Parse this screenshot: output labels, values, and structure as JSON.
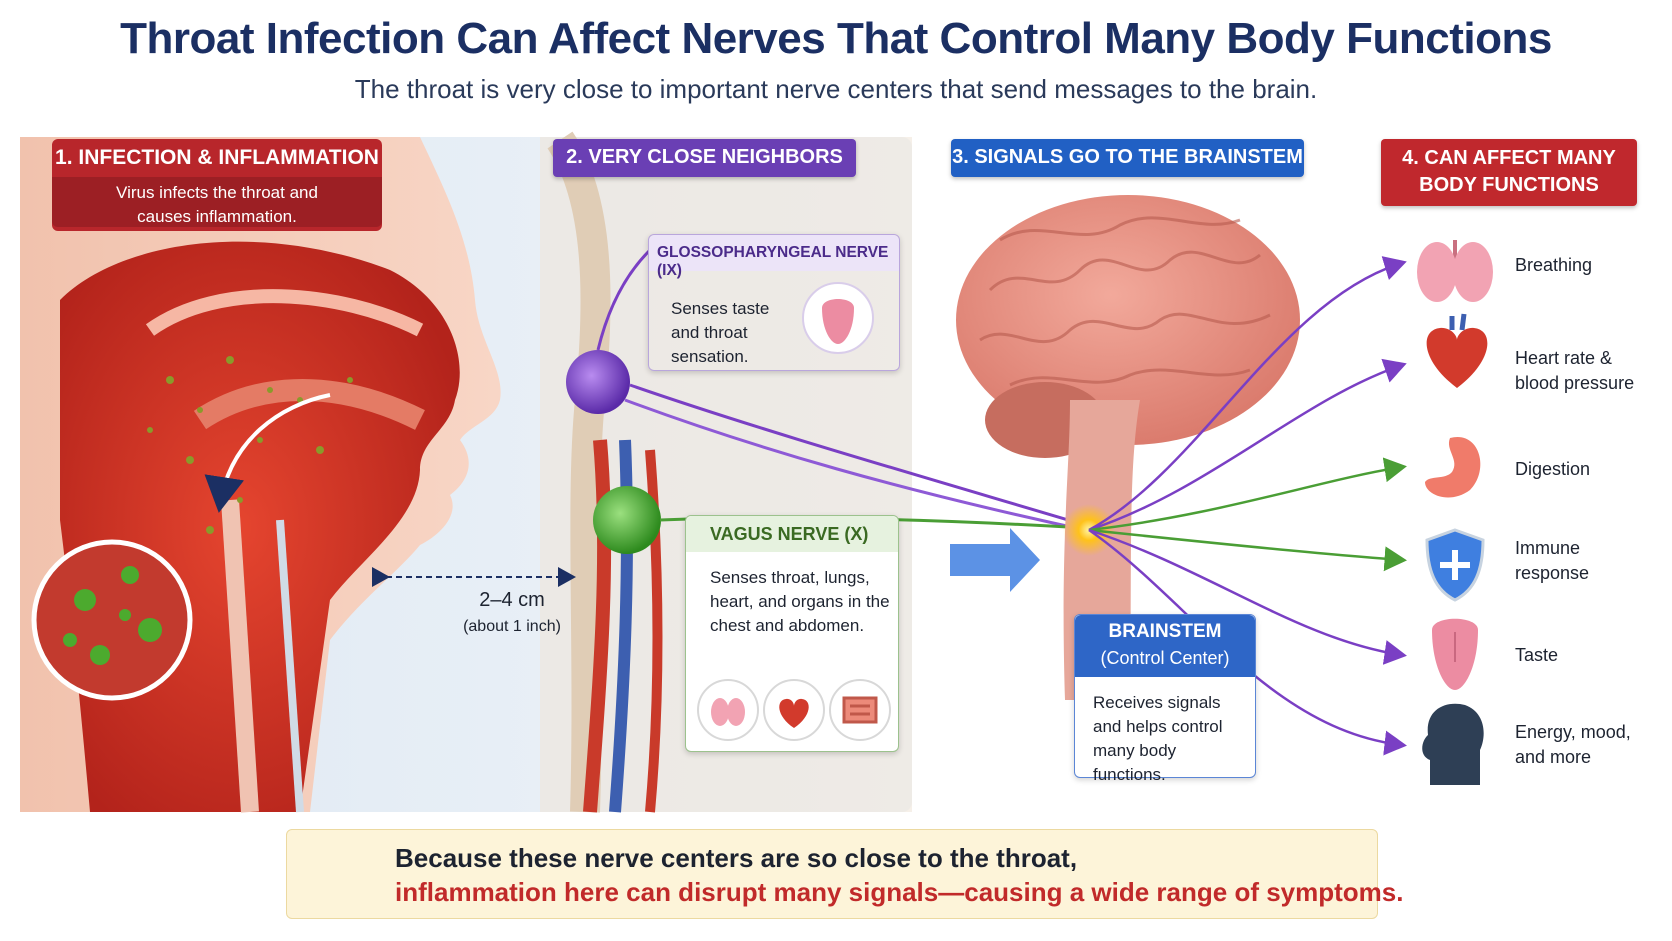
{
  "header": {
    "title": "Throat Infection Can Affect Nerves That Control Many Body Functions",
    "subtitle": "The throat is very close to important nerve centers that send messages to the brain."
  },
  "steps": [
    {
      "label": "1. INFECTION & INFLAMMATION",
      "description": "Virus infects the throat and causes inflammation."
    },
    {
      "label": "2. VERY CLOSE NEIGHBORS"
    },
    {
      "label": "3. SIGNALS GO TO THE BRAINSTEM"
    },
    {
      "label": "4. CAN AFFECT MANY BODY FUNCTIONS"
    }
  ],
  "distance": {
    "value": "2–4 cm",
    "note": "(about 1 inch)"
  },
  "nerves": {
    "glossopharyngeal": {
      "title": "GLOSSOPHARYNGEAL NERVE (IX)",
      "description": "Senses taste and throat sensation.",
      "color": "#7a3fc4"
    },
    "vagus": {
      "title": "VAGUS NERVE (X)",
      "description": "Senses throat, lungs, heart, and organs in the chest and abdomen.",
      "color": "#3f9a2a"
    }
  },
  "brainstem": {
    "title": "BRAINSTEM",
    "subtitle": "(Control Center)",
    "description": "Receives signals and helps control many body functions."
  },
  "effects": [
    {
      "label": "Breathing",
      "icon": "lungs-icon"
    },
    {
      "label": "Heart rate & blood pressure",
      "icon": "heart-icon"
    },
    {
      "label": "Digestion",
      "icon": "stomach-icon"
    },
    {
      "label": "Immune response",
      "icon": "shield-icon"
    },
    {
      "label": "Taste",
      "icon": "tongue-icon"
    },
    {
      "label": "Energy, mood, and more",
      "icon": "head-icon"
    }
  ],
  "footer": {
    "line1": "Because these nerve centers are so close to the throat,",
    "line2": "inflammation here can disrupt many signals—causing a wide range of symptoms."
  },
  "colors": {
    "red": "#c0282d",
    "purple": "#6a3fb4",
    "blue": "#2160c4",
    "green": "#3f9a2a",
    "navy": "#1b2f63"
  }
}
